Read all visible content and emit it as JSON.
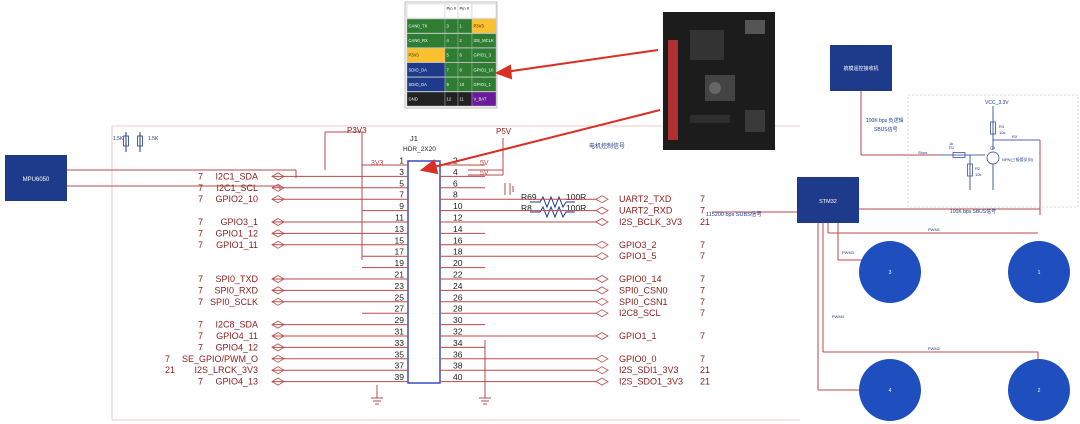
{
  "colors": {
    "wire": "#b84a4a",
    "text": "#8a1c1c",
    "block": "#1e3a8a",
    "motor": "#1f4fbf",
    "arrow": "#d93025",
    "gnd_wire": "#b84a4a"
  },
  "header": {
    "ref": "J1",
    "part": "HDR_2X20",
    "rail_left": "P3V3",
    "rail_right": "P5V",
    "pin1_label": "3V3",
    "pin2_label": "5V",
    "pin4_label": "5V"
  },
  "pins": {
    "left": [
      "1",
      "3",
      "5",
      "7",
      "9",
      "11",
      "13",
      "15",
      "17",
      "19",
      "21",
      "23",
      "25",
      "27",
      "29",
      "31",
      "33",
      "35",
      "37",
      "39"
    ],
    "right": [
      "2",
      "4",
      "6",
      "8",
      "10",
      "12",
      "14",
      "16",
      "18",
      "20",
      "22",
      "24",
      "26",
      "28",
      "30",
      "32",
      "34",
      "36",
      "38",
      "40"
    ]
  },
  "left_signals": [
    {
      "num": "7",
      "name": "I2C1_SDA",
      "row": 2
    },
    {
      "num": "7",
      "name": "I2C1_SCL",
      "row": 3
    },
    {
      "num": "7",
      "name": "GPIO2_10",
      "row": 4
    },
    {
      "num": "7",
      "name": "GPIO3_1",
      "row": 6
    },
    {
      "num": "7",
      "name": "GPIO1_12",
      "row": 7
    },
    {
      "num": "7",
      "name": "GPIO1_11",
      "row": 8
    },
    {
      "num": "7",
      "name": "SPI0_TXD",
      "row": 11
    },
    {
      "num": "7",
      "name": "SPI0_RXD",
      "row": 12
    },
    {
      "num": "7",
      "name": "SPI0_SCLK",
      "row": 13
    },
    {
      "num": "7",
      "name": "I2C8_SDA",
      "row": 15
    },
    {
      "num": "7",
      "name": "GPIO4_11",
      "row": 16
    },
    {
      "num": "7",
      "name": "GPIO4_12",
      "row": 17
    },
    {
      "num": "7",
      "name": "SE_GPIO/PWM_O",
      "row": 18
    },
    {
      "num": "21",
      "name": "I2S_LRCK_3V3",
      "row": 19
    },
    {
      "num": "7",
      "name": "GPIO4_13",
      "row": 20
    }
  ],
  "right_signals": [
    {
      "num": "7",
      "name": "UART2_TXD",
      "row": 4
    },
    {
      "num": "7",
      "name": "UART2_RXD",
      "row": 5
    },
    {
      "num": "21",
      "name": "I2S_BCLK_3V3",
      "row": 6
    },
    {
      "num": "7",
      "name": "GPIO3_2",
      "row": 8
    },
    {
      "num": "7",
      "name": "GPIO1_5",
      "row": 9
    },
    {
      "num": "7",
      "name": "GPIO0_14",
      "row": 11
    },
    {
      "num": "7",
      "name": "SPI0_CSN0",
      "row": 12
    },
    {
      "num": "7",
      "name": "SPI0_CSN1",
      "row": 13
    },
    {
      "num": "7",
      "name": "I2C8_SCL",
      "row": 14
    },
    {
      "num": "7",
      "name": "GPIO1_1",
      "row": 16
    },
    {
      "num": "7",
      "name": "GPIO0_0",
      "row": 18
    },
    {
      "num": "21",
      "name": "I2S_SDI1_3V3",
      "row": 19
    },
    {
      "num": "21",
      "name": "I2S_SDO1_3V3",
      "row": 20
    }
  ],
  "resistors": {
    "r69_ref": "R69",
    "r69_val": "100R",
    "r8_ref": "R8",
    "r8_val": "100R",
    "pull1": "1.5K",
    "pull2": "1.5K"
  },
  "annotations": {
    "mcu_block": "MPU6050",
    "motor_control": "电机控制信号",
    "uart_baud": "115200 bps SUBS信号",
    "controller": "STM32",
    "receiver": "航模遥控接收机",
    "sbus_in": "100K bps 负逻辑\nSBUS信号",
    "sbus_out": "100K bps SBUS信号",
    "vcc": "VCC_3.3V",
    "transistor": "NPN(三极管反向)",
    "r1": "R1",
    "r2": "R2",
    "r3": "R3",
    "r1v": "1k",
    "r2v": "10k",
    "r3v": "10k",
    "q1": "Q1",
    "rx": "RX",
    "sbus_label": "Sbus"
  },
  "table": {
    "header": [
      "",
      "Pin #",
      "Pin #",
      ""
    ],
    "rows": [
      [
        "CAN0_TX",
        "3",
        "1",
        "P3V3"
      ],
      [
        "CAN0_RX",
        "4",
        "2",
        "I2S_MCLK"
      ],
      [
        "P3V3",
        "5",
        "6",
        "GPIO1_3"
      ],
      [
        "SDIO_DA",
        "7",
        "8",
        "GPIO1_10"
      ],
      [
        "SDIO_DA",
        "9",
        "10",
        "GPIO1_1"
      ],
      [
        "GND",
        "12",
        "11",
        "V_BAT"
      ]
    ]
  },
  "motors": [
    {
      "label": "3"
    },
    {
      "label": "1"
    },
    {
      "label": "4"
    },
    {
      "label": "2"
    }
  ],
  "motor_wires": [
    "PWM1",
    "PWM2",
    "PWM3",
    "PWM4"
  ],
  "board_photo": "board-photo"
}
